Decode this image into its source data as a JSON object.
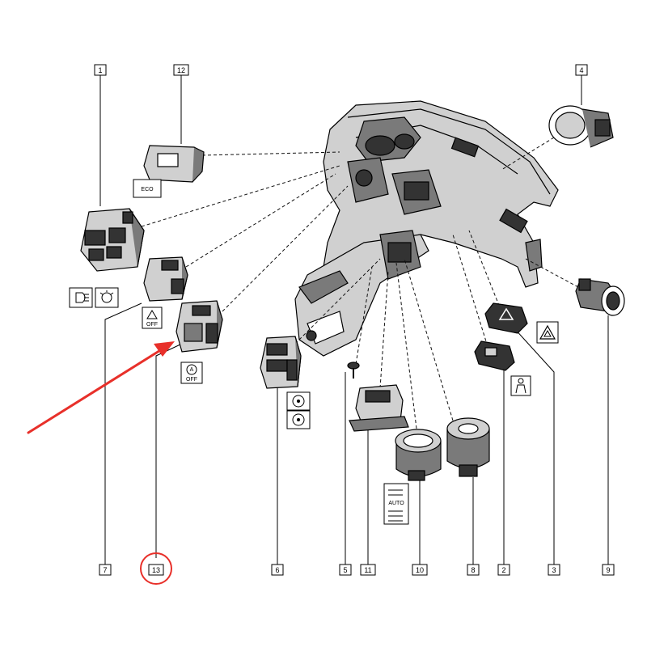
{
  "callouts": [
    {
      "id": "c1",
      "label": "1"
    },
    {
      "id": "c12",
      "label": "12"
    },
    {
      "id": "c4",
      "label": "4"
    },
    {
      "id": "c7",
      "label": "7"
    },
    {
      "id": "c13",
      "label": "13"
    },
    {
      "id": "c6",
      "label": "6"
    },
    {
      "id": "c5",
      "label": "5"
    },
    {
      "id": "c11",
      "label": "11"
    },
    {
      "id": "c10",
      "label": "10"
    },
    {
      "id": "c8",
      "label": "8"
    },
    {
      "id": "c2",
      "label": "2"
    },
    {
      "id": "c3",
      "label": "3"
    },
    {
      "id": "c9",
      "label": "9"
    }
  ],
  "symbols": {
    "eco": "ECO",
    "off_7": "OFF",
    "off_13": "OFF",
    "auto_label": "AUTO"
  },
  "highlight": {
    "color": "#e8302a",
    "circled_label": "13"
  }
}
